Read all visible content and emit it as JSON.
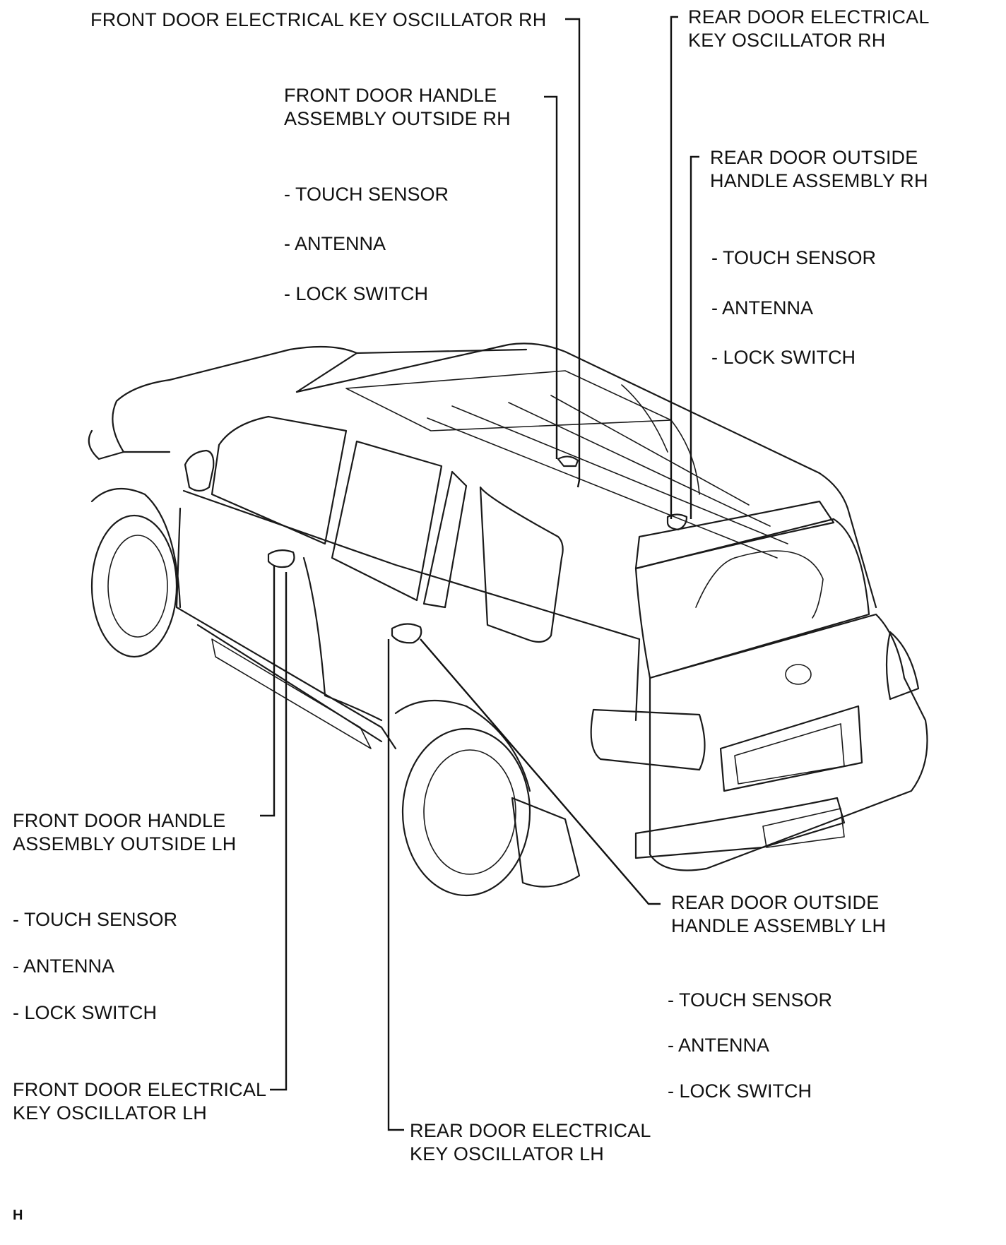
{
  "diagram": {
    "components": [
      {
        "id": "fdeko_rh",
        "lines": [
          "FRONT DOOR ELECTRICAL KEY OSCILLATOR RH"
        ],
        "features": []
      },
      {
        "id": "rdeko_rh",
        "lines": [
          "REAR DOOR ELECTRICAL",
          "KEY OSCILLATOR RH"
        ],
        "features": []
      },
      {
        "id": "fdh_rh",
        "lines": [
          "FRONT DOOR HANDLE",
          "ASSEMBLY OUTSIDE RH"
        ],
        "features": [
          "- TOUCH SENSOR",
          "- ANTENNA",
          "- LOCK SWITCH"
        ]
      },
      {
        "id": "rdh_rh",
        "lines": [
          "REAR DOOR OUTSIDE",
          "HANDLE ASSEMBLY RH"
        ],
        "features": [
          "- TOUCH SENSOR",
          "- ANTENNA",
          "- LOCK SWITCH"
        ]
      },
      {
        "id": "fdh_lh",
        "lines": [
          "FRONT DOOR HANDLE",
          "ASSEMBLY OUTSIDE LH"
        ],
        "features": [
          "- TOUCH SENSOR",
          "- ANTENNA",
          "- LOCK SWITCH"
        ]
      },
      {
        "id": "fdeko_lh",
        "lines": [
          "FRONT DOOR ELECTRICAL",
          "KEY OSCILLATOR LH"
        ],
        "features": []
      },
      {
        "id": "rdh_lh",
        "lines": [
          "REAR DOOR OUTSIDE",
          "HANDLE ASSEMBLY LH"
        ],
        "features": [
          "- TOUCH SENSOR",
          "- ANTENNA",
          "- LOCK SWITCH"
        ]
      },
      {
        "id": "rdeko_lh",
        "lines": [
          "REAR DOOR ELECTRICAL",
          "KEY OSCILLATOR LH"
        ],
        "features": []
      }
    ],
    "figure_code": "H"
  }
}
